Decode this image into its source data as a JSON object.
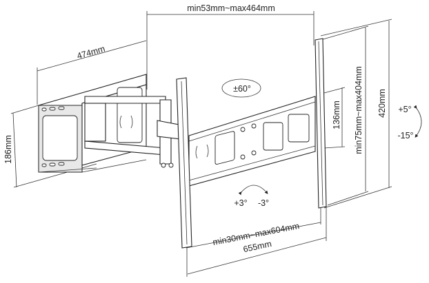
{
  "dimensions": {
    "arm_extension": "min53mm~max464mm",
    "wall_plate_width": "474mm",
    "wall_plate_height": "186mm",
    "vesa_vertical_small": "136mm",
    "vesa_vertical_range": "min75mm~max404mm",
    "tv_bracket_height": "420mm",
    "vesa_horizontal_range": "min30mm~max604mm",
    "tv_bracket_width": "655mm"
  },
  "angles": {
    "swivel": "±60°",
    "tilt_up": "+5°",
    "tilt_down": "-15°",
    "rotate_plus": "+3°",
    "rotate_minus": "-3°"
  }
}
